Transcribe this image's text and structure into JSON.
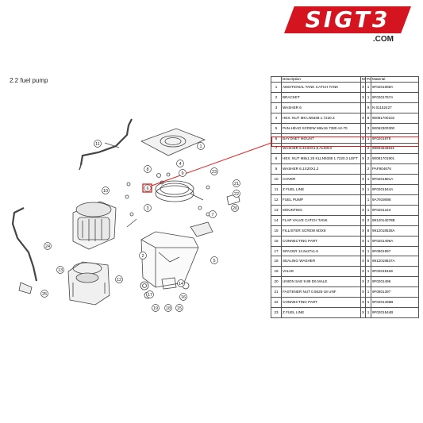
{
  "logo": {
    "brand_text": "SIGT3",
    "domain_text": ".COM",
    "color": "#d4141f"
  },
  "section_title": "2.2  fuel pump",
  "table": {
    "headers": {
      "pos": "",
      "description": "Description",
      "m": "M",
      "pc": "Pc.",
      "material": "Material"
    },
    "rows": [
      {
        "pos": "1",
        "description": "ADDITIONAL TANK CATCH TANK",
        "m": "X",
        "pc": "1",
        "material": "9F0201088A"
      },
      {
        "pos": "2",
        "description": "BRACKET",
        "m": "X",
        "pc": "1",
        "material": "9F0201767A"
      },
      {
        "pos": "3",
        "description": "WASHER 6",
        "m": "",
        "pc": "9",
        "material": "N 01152427"
      },
      {
        "pos": "4",
        "description": "HEX. NUT M6 LN9338 1.7220.3",
        "m": "X",
        "pc": "8",
        "material": "90081700102"
      },
      {
        "pos": "5",
        "description": "PAN-HEAD SCREW M6x16 7380 A2-70",
        "m": "",
        "pc": "3",
        "material": "90062300300"
      },
      {
        "pos": "6",
        "description": "BAYONET MOUNT",
        "m": "X",
        "pc": "1",
        "material": "9F0201878"
      },
      {
        "pos": "7",
        "description": "WASHER 6.4X20X1,5 ALMG3",
        "m": "",
        "pc": "2",
        "material": "99902528531"
      },
      {
        "pos": "8",
        "description": "HEX. NUT M8x1.25 KLLN9338 1.7220.3 LEFT",
        "m": "X",
        "pc": "2",
        "material": "90081701901"
      },
      {
        "pos": "9",
        "description": "WASHER 6.1X20X1.2",
        "m": "",
        "pc": "2",
        "material": "PAF904676"
      },
      {
        "pos": "10",
        "description": "COVER",
        "m": "X",
        "pc": "1",
        "material": "9F0201881A"
      },
      {
        "pos": "11",
        "description": "Z FUEL LINE",
        "m": "X",
        "pc": "1",
        "material": "9F0201544A"
      },
      {
        "pos": "12",
        "description": "FUEL PUMP",
        "m": "",
        "pc": "1",
        "material": "9A7919088"
      },
      {
        "pos": "13",
        "description": "MOUNTING",
        "m": "X",
        "pc": "1",
        "material": "9F0201243"
      },
      {
        "pos": "14",
        "description": "FLAP VALVE CATCH TANK",
        "m": "X",
        "pc": "2",
        "material": "9912014078B"
      },
      {
        "pos": "15",
        "description": "FILLISTER SCREW M3X8",
        "m": "X",
        "pc": "8",
        "material": "9912018528A"
      },
      {
        "pos": "16",
        "description": "CONNECTING PART",
        "m": "X",
        "pc": "1",
        "material": "9F0201496A"
      },
      {
        "pos": "17",
        "description": "SPACER 14.6x27x1.6",
        "m": "X",
        "pc": "1",
        "material": "9F0801997"
      },
      {
        "pos": "18",
        "description": "SEALING WASHER",
        "m": "X",
        "pc": "5",
        "material": "9912018837A"
      },
      {
        "pos": "19",
        "description": "VALVE",
        "m": "X",
        "pc": "1",
        "material": "9F0201811B"
      },
      {
        "pos": "20",
        "description": "UNION SAE 9.89 D6 MALE",
        "m": "X",
        "pc": "2",
        "material": "9F0201496"
      },
      {
        "pos": "21",
        "description": "FASTENER NUT 0.5625-18 UNF",
        "m": "X",
        "pc": "1",
        "material": "9F0801397"
      },
      {
        "pos": "22",
        "description": "CONNECTING PART",
        "m": "X",
        "pc": "1",
        "material": "9F0201496B"
      },
      {
        "pos": "23",
        "description": "Z FUEL LINE",
        "m": "X",
        "pc": "1",
        "material": "9F0201544B"
      }
    ]
  },
  "highlight_color": "#e02020",
  "diagram": {
    "callouts": [
      "11",
      "1",
      "8",
      "4",
      "6",
      "9",
      "23",
      "21",
      "22",
      "20",
      "24",
      "10",
      "3",
      "7",
      "2",
      "5",
      "13",
      "12",
      "25",
      "17",
      "16",
      "14",
      "19",
      "18",
      "15"
    ]
  }
}
